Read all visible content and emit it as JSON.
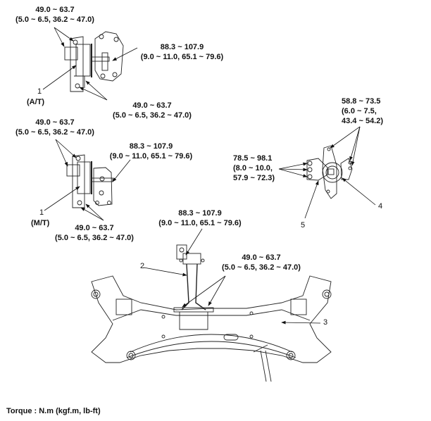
{
  "diagram": {
    "title_note": "Torque : N.m (kgf.m, lb-ft)",
    "torques": {
      "at_top_bracket": {
        "line1": "49.0 ~ 63.7",
        "line2": "(5.0 ~ 6.5, 36.2 ~ 47.0)"
      },
      "at_through_bolt": {
        "line1": "88.3 ~ 107.9",
        "line2": "(9.0 ~ 11.0, 65.1 ~ 79.6)"
      },
      "at_bottom_bracket": {
        "line1": "49.0 ~ 63.7",
        "line2": "(5.0 ~ 6.5, 36.2 ~ 47.0)"
      },
      "mt_top_bracket": {
        "line1": "49.0 ~ 63.7",
        "line2": "(5.0 ~ 6.5, 36.2 ~ 47.0)"
      },
      "mt_through_bolt": {
        "line1": "88.3 ~ 107.9",
        "line2": "(9.0 ~ 11.0, 65.1 ~ 79.6)"
      },
      "mt_bottom_bracket": {
        "line1": "49.0 ~ 63.7",
        "line2": "(5.0 ~ 6.5, 36.2 ~ 47.0)"
      },
      "engine_mount_bracket": {
        "line1": "58.8 ~ 73.5",
        "line2": "(6.0 ~ 7.5,",
        "line3": "43.4 ~ 54.2)"
      },
      "engine_mount_nuts": {
        "line1": "78.5 ~ 98.1",
        "line2": "(8.0 ~ 10.0,",
        "line3": "57.9 ~ 72.3)"
      },
      "roll_rod_bolt": {
        "line1": "88.3 ~ 107.9",
        "line2": "(9.0 ~ 11.0, 65.1 ~ 79.6)"
      },
      "roll_rod_bracket": {
        "line1": "49.0 ~ 63.7",
        "line2": "(5.0 ~ 6.5, 36.2 ~ 47.0)"
      }
    },
    "callouts": {
      "part1_at": {
        "number": "1",
        "sub": "(A/T)"
      },
      "part1_mt": {
        "number": "1",
        "sub": "(M/T)"
      },
      "part2": {
        "number": "2"
      },
      "part3": {
        "number": "3"
      },
      "part4": {
        "number": "4"
      },
      "part5": {
        "number": "5"
      }
    }
  }
}
